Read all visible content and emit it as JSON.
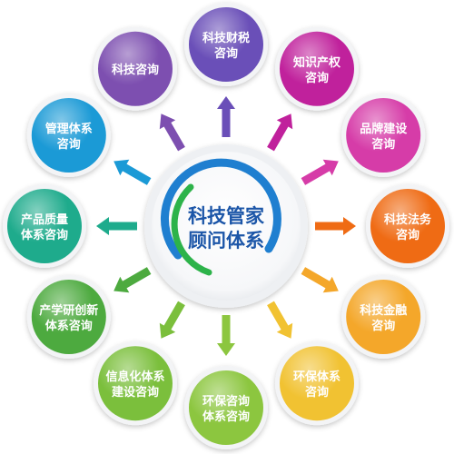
{
  "center": {
    "lines": [
      "科技管家",
      "顾问体系"
    ],
    "ring_colors": [
      "#1f7fd0",
      "#2db34a"
    ],
    "text_color": "#1c56a8"
  },
  "nodes": [
    {
      "lines": [
        "科技财税",
        "咨询"
      ],
      "color": "#6a4fb8"
    },
    {
      "lines": [
        "知识产权",
        "咨询"
      ],
      "color": "#c0219c"
    },
    {
      "lines": [
        "品牌建设",
        "咨询"
      ],
      "color": "#d63ca8"
    },
    {
      "lines": [
        "科技法务",
        "咨询"
      ],
      "color": "#ef6b14"
    },
    {
      "lines": [
        "科技金融",
        "咨询"
      ],
      "color": "#f4a72a"
    },
    {
      "lines": [
        "环保体系",
        "咨询"
      ],
      "color": "#f1c232"
    },
    {
      "lines": [
        "环保咨询",
        "体系咨询"
      ],
      "color": "#8cc63f"
    },
    {
      "lines": [
        "信息化体系",
        "建设咨询"
      ],
      "color": "#7bbf3c"
    },
    {
      "lines": [
        "产学研创新",
        "体系咨询"
      ],
      "color": "#4daa3f"
    },
    {
      "lines": [
        "产品质量",
        "体系咨询"
      ],
      "color": "#1eab8c"
    },
    {
      "lines": [
        "管理体系",
        "咨询"
      ],
      "color": "#1b9ad6"
    },
    {
      "lines": [
        "科技咨询",
        ""
      ],
      "color": "#7d4fb0"
    }
  ]
}
